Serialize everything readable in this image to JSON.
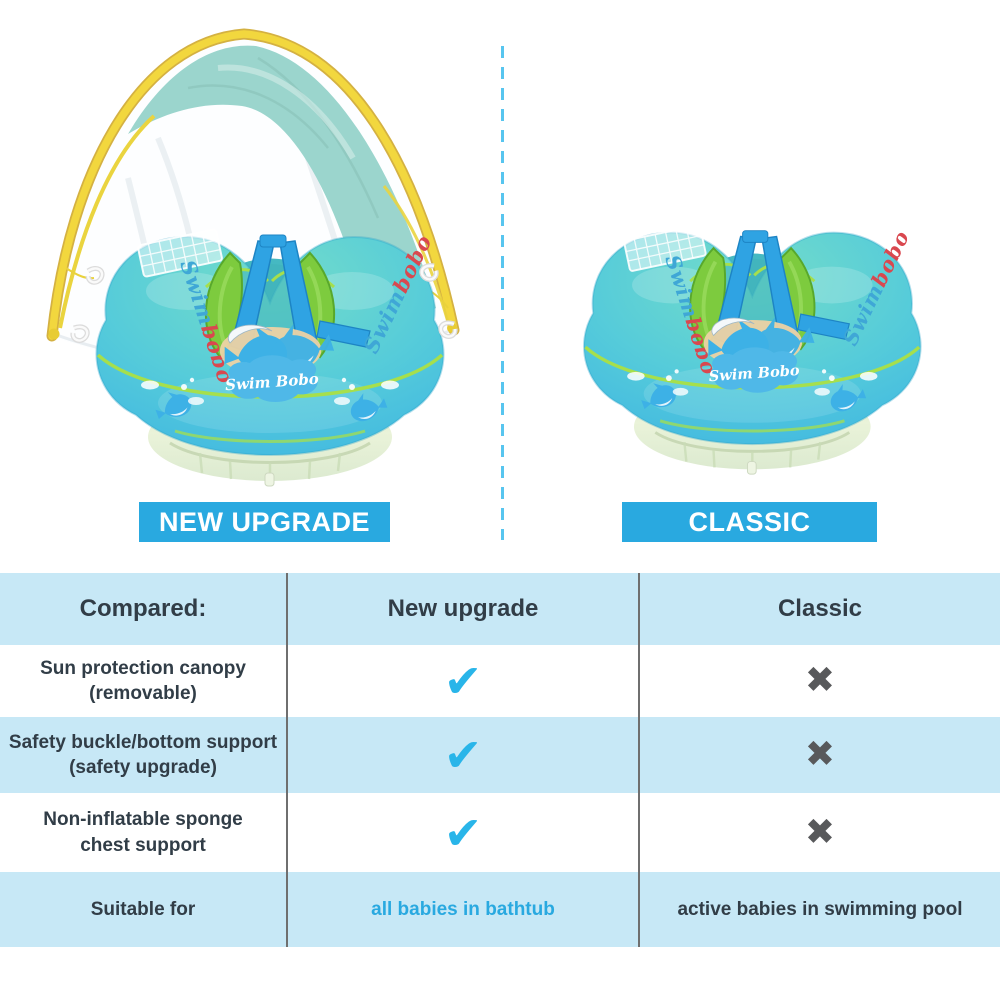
{
  "products": {
    "left": {
      "badge": "NEW UPGRADE"
    },
    "right": {
      "badge": "CLASSIC"
    }
  },
  "float": {
    "side_swim": "Swim",
    "side_bobo": "bobo",
    "logo": "Swim Bobo"
  },
  "table": {
    "headers": [
      "Compared:",
      "New upgrade",
      "Classic"
    ],
    "rows": [
      {
        "label_line1": "Sun protection canopy",
        "label_line2": "(removable)",
        "new": "✔",
        "classic": "✖"
      },
      {
        "label_line1": "Safety buckle/bottom support",
        "label_line2": "(safety upgrade)",
        "new": "✔",
        "classic": "✖"
      },
      {
        "label_line1": "Non-inflatable sponge",
        "label_line2": "chest support",
        "new": "✔",
        "classic": "✖"
      },
      {
        "label_line1": "Suitable for",
        "label_line2": "",
        "new": "all babies in bathtub",
        "classic": "active babies in swimming pool"
      }
    ]
  },
  "colors": {
    "badge_blue": "#29a9e0",
    "check_blue": "#29b5e9",
    "cross_gray": "#58595b",
    "table_band_blue": "#c7e8f6",
    "divider_blue": "#57c5ef",
    "float_cyan": "#45bde4",
    "canopy_yellow": "#f2d73e",
    "canopy_teal": "#9bd5cd"
  }
}
